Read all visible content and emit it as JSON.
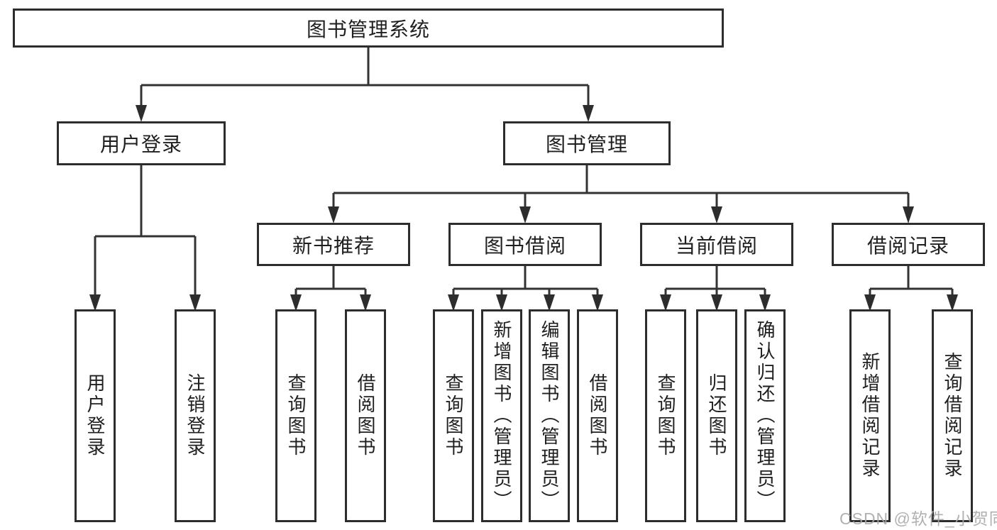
{
  "diagram": {
    "type": "tree",
    "title": "图书管理系统",
    "colors": {
      "background": "#ffffff",
      "line": "#333333",
      "box_border": "#2d2d2d",
      "text": "#1f1f1f",
      "watermark": "#a8a8a8"
    },
    "root": {
      "label": "图书管理系统"
    },
    "level2": [
      {
        "label": "用户登录"
      },
      {
        "label": "图书管理"
      }
    ],
    "level3": [
      {
        "label": "新书推荐",
        "parent": "图书管理"
      },
      {
        "label": "图书借阅",
        "parent": "图书管理"
      },
      {
        "label": "当前借阅",
        "parent": "图书管理"
      },
      {
        "label": "借阅记录",
        "parent": "图书管理"
      }
    ],
    "leaves": [
      {
        "label": "用户登录",
        "parent": "用户登录"
      },
      {
        "label": "注销登录",
        "parent": "用户登录"
      },
      {
        "label": "查询图书",
        "parent": "新书推荐"
      },
      {
        "label": "借阅图书",
        "parent": "新书推荐"
      },
      {
        "label": "查询图书",
        "parent": "图书借阅"
      },
      {
        "label": "新增图书（管理员）",
        "parent": "图书借阅"
      },
      {
        "label": "编辑图书（管理员）",
        "parent": "图书借阅"
      },
      {
        "label": "借阅图书",
        "parent": "图书借阅"
      },
      {
        "label": "查询图书",
        "parent": "当前借阅"
      },
      {
        "label": "归还图书",
        "parent": "当前借阅"
      },
      {
        "label": "确认归还（管理员）",
        "parent": "当前借阅"
      },
      {
        "label": "新增借阅记录",
        "parent": "借阅记录"
      },
      {
        "label": "查询借阅记录",
        "parent": "借阅记录"
      }
    ],
    "watermark": "CSDN @软件_小贺同学"
  }
}
